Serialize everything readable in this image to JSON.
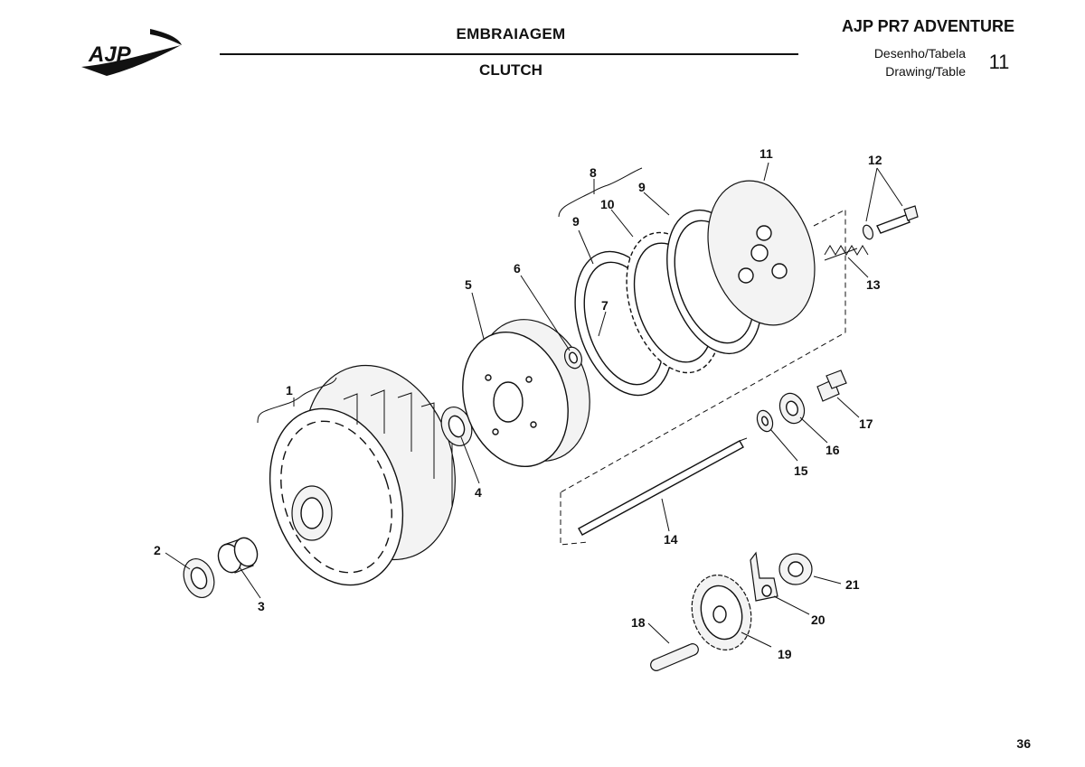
{
  "header": {
    "title_pt": "EMBRAIAGEM",
    "title_en": "CLUTCH",
    "model": "AJP PR7 ADVENTURE",
    "drawing_label_pt": "Desenho/Tabela",
    "drawing_label_en": "Drawing/Table",
    "drawing_number": "11"
  },
  "logo": {
    "text": "AJP"
  },
  "diagram": {
    "callouts": [
      "1",
      "2",
      "3",
      "4",
      "5",
      "6",
      "7",
      "8",
      "9",
      "9",
      "10",
      "11",
      "12",
      "13",
      "14",
      "15",
      "16",
      "17",
      "18",
      "19",
      "20",
      "21"
    ]
  },
  "footer": {
    "page_number": "36"
  }
}
